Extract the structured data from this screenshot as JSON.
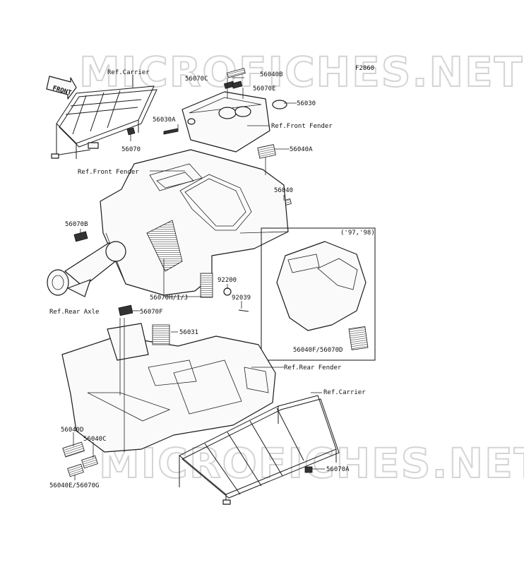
{
  "watermark": {
    "top": "MICROFICHES.NET",
    "bottom": "MICROFICHES.NET"
  },
  "diagram_code": "F2860",
  "arrow_text": "FRONT",
  "inset_label": "('97,'98)",
  "refs": {
    "carrier_top": "Ref.Carrier",
    "front_fender_a": "Ref.Front Fender",
    "front_fender_b": "Ref.Front Fender",
    "rear_axle": "Ref.Rear Axle",
    "rear_fender": "Ref.Rear Fender",
    "carrier_bottom": "Ref.Carrier"
  },
  "parts": {
    "p56040B": "56040B",
    "p56070C": "56070C",
    "p56070E": "56070E",
    "p56030": "56030",
    "p56030A": "56030A",
    "p56070": "56070",
    "p56040A": "56040A",
    "p56040": "56040",
    "p56070B": "56070B",
    "p56070HIJ": "56070H/I/J",
    "p92200": "92200",
    "p92039": "92039",
    "p56070F": "56070F",
    "p56031": "56031",
    "p56040F_56070D": "56040F/56070D",
    "p56040D": "56040D",
    "p56040C": "56040C",
    "p56040E_56070G": "56040E/56070G",
    "p56070A": "56070A"
  }
}
